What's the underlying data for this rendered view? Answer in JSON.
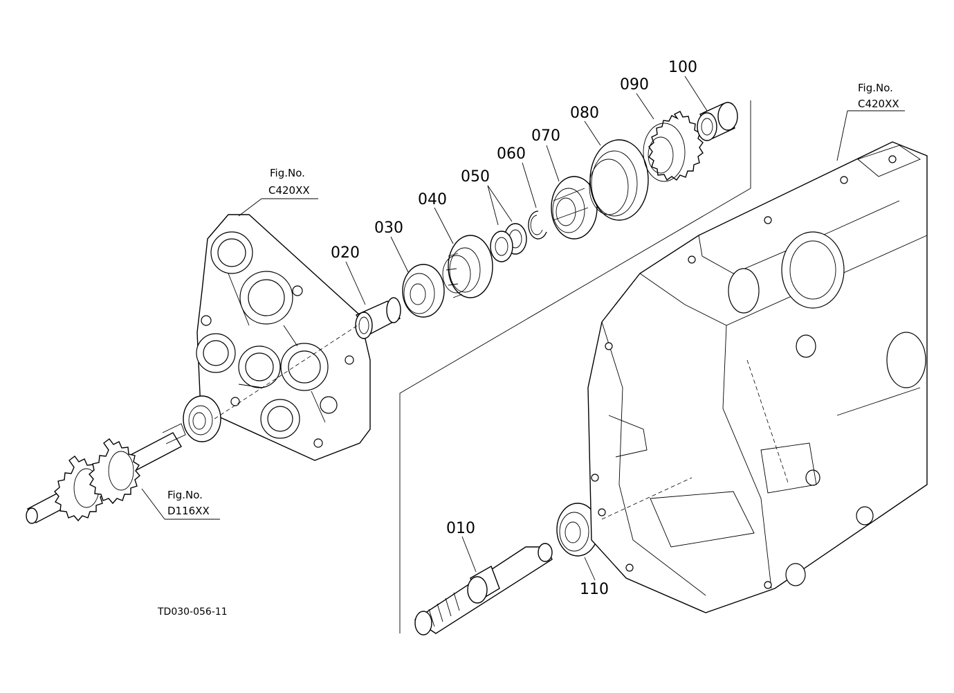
{
  "parts": {
    "p010": "010",
    "p020": "020",
    "p030": "030",
    "p040": "040",
    "p050": "050",
    "p060": "060",
    "p070": "070",
    "p080": "080",
    "p090": "090",
    "p100": "100",
    "p110": "110"
  },
  "refs": {
    "fig_label": "Fig.No.",
    "left_case": "C420XX",
    "right_case": "C420XX",
    "gear_shaft": "D116XX"
  },
  "drawing_code": "TD030-056-11"
}
